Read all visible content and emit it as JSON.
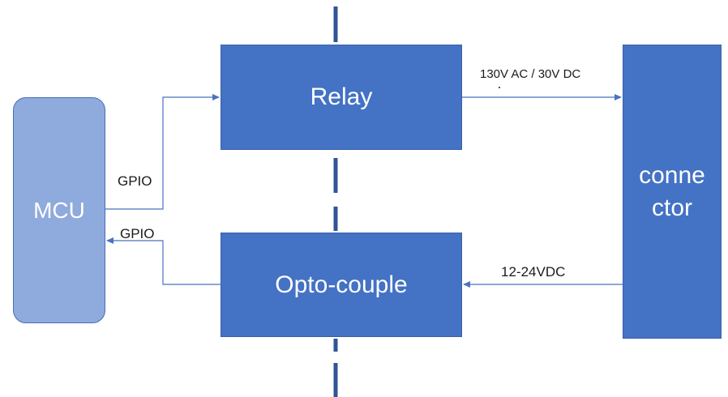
{
  "blocks": {
    "mcu": "MCU",
    "relay": "Relay",
    "opto": "Opto-couple",
    "connector_line1": "conne",
    "connector_line2": "ctor"
  },
  "labels": {
    "gpio_out": "GPIO",
    "gpio_in": "GPIO",
    "relay_output": "130V AC / 30V DC",
    "opto_input": "12-24VDC"
  },
  "colors": {
    "mcu_fill": "#8faadc",
    "block_fill": "#4472c4",
    "wire": "#4a72c0",
    "isolation_line": "#2f5597"
  }
}
